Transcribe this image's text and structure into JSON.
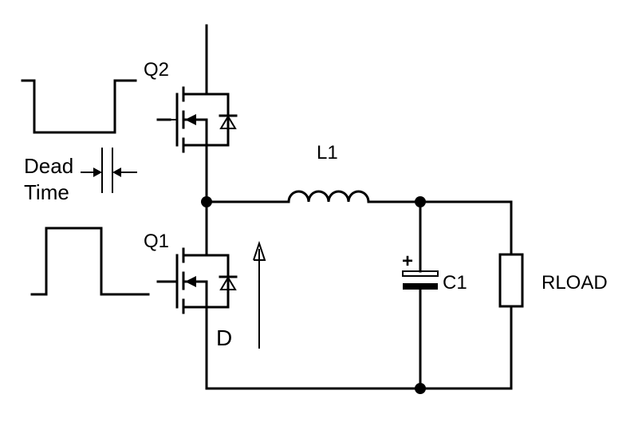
{
  "labels": {
    "q2": "Q2",
    "q1": "Q1",
    "l1": "L1",
    "c1": "C1",
    "rload": "RLOAD",
    "d": "D",
    "dead_line1": "Dead",
    "dead_line2": "Time",
    "cap_polarity": "+"
  },
  "colors": {
    "ink": "#000000",
    "background": "#ffffff"
  }
}
